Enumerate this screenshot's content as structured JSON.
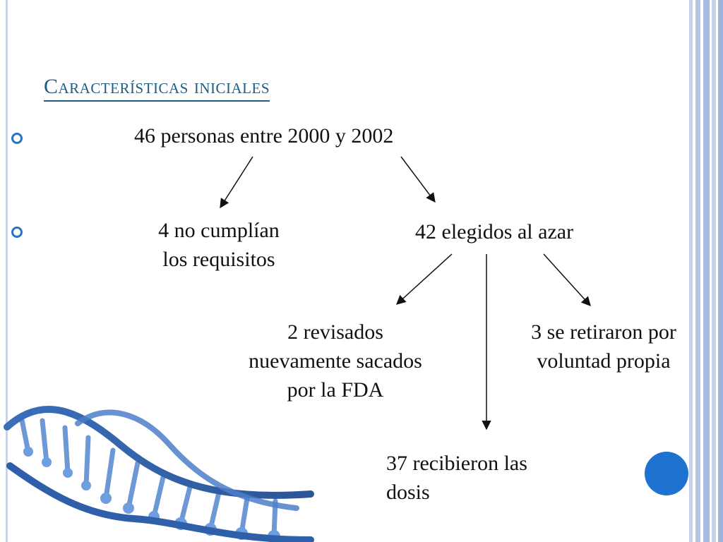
{
  "slide": {
    "title": "Características iniciales"
  },
  "flow": {
    "root": "46 personas entre 2000 y 2002",
    "excluded": [
      "4 no cumplían",
      "los requisitos"
    ],
    "randomized": "42 elegidos al azar",
    "reviewed": [
      "2 revisados",
      "nuevamente sacados",
      "por la FDA"
    ],
    "withdrew": [
      "3 se retiraron por",
      "voluntad propia"
    ],
    "received": [
      "37 recibieron las",
      "dosis"
    ]
  },
  "colors": {
    "accent": "#1d5d86",
    "bullet": "#2a74c6",
    "dot": "#1e73d0",
    "dna": "#2f5fa8"
  }
}
